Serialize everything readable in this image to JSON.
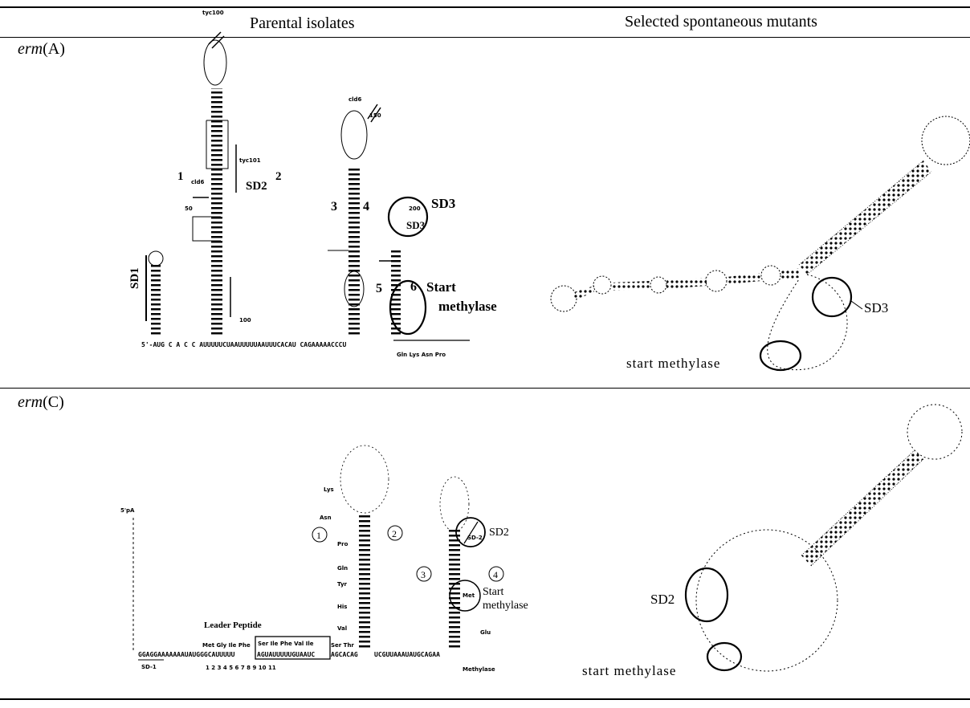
{
  "headers": {
    "parental": "Parental isolates",
    "mutants": "Selected spontaneous mutants"
  },
  "rows": [
    {
      "gene": "erm",
      "allele": "(A)"
    },
    {
      "gene": "erm",
      "allele": "(C)"
    }
  ],
  "ermA_parental": {
    "labels": {
      "n1": "1",
      "n2": "2",
      "n3": "3",
      "n4": "4",
      "n5": "5",
      "n6": "6",
      "sd1": "SD1",
      "sd2": "SD2",
      "sd3": "SD3",
      "sd3_small": "SD3",
      "start": "Start",
      "methylase": "methylase",
      "pos200": "200",
      "pos100": "100",
      "pos150": "150",
      "pos50": "50",
      "tyc100": "tyc100",
      "tyc101": "tyc101",
      "cld6": "cld6"
    },
    "bottom_seq": "5'-AUG C A C C  AUUUUUCUAAUUUUUAAUUUCACAU CAGAAAAACCCU",
    "codons": "Gln  Lys  Asn  Pro"
  },
  "ermA_mutant": {
    "labels": {
      "sd3": "SD3",
      "start": "start methylase"
    }
  },
  "ermC_parental": {
    "labels": {
      "c1": "1",
      "c2": "2",
      "c3": "3",
      "c4": "4",
      "sd2": "SD2",
      "sd2_small": "SD-2",
      "start": "Start",
      "methylase": "methylase",
      "leader": "Leader Peptide",
      "five_pa": "5'pA",
      "sd1": "SD-1",
      "methylase_bottom": "Methylase",
      "met": "Met",
      "lys": "Lys",
      "asn": "Asn",
      "pro": "Pro",
      "gln": "Gln",
      "tyr": "Tyr",
      "his": "His",
      "val": "Val",
      "glu": "Glu",
      "ser_thr": "Ser Thr"
    },
    "leader_aa": "Met Gly Ile Phe",
    "boxed_aa": "Ser Ile Phe Val Ile",
    "seq_left": "GGAGGAAAAAAAUAUGGGCAUUUUU",
    "seq_box": "AGUAUUUUUGUAAUC",
    "seq_right": "AGCACAG",
    "seq_tail": "UCGUUAAAUAUGCAGAA",
    "numbers": "1   2   3   4   5   6   7   8   9   10   11"
  },
  "ermC_mutant": {
    "labels": {
      "sd2": "SD2",
      "start": "start methylase"
    }
  }
}
